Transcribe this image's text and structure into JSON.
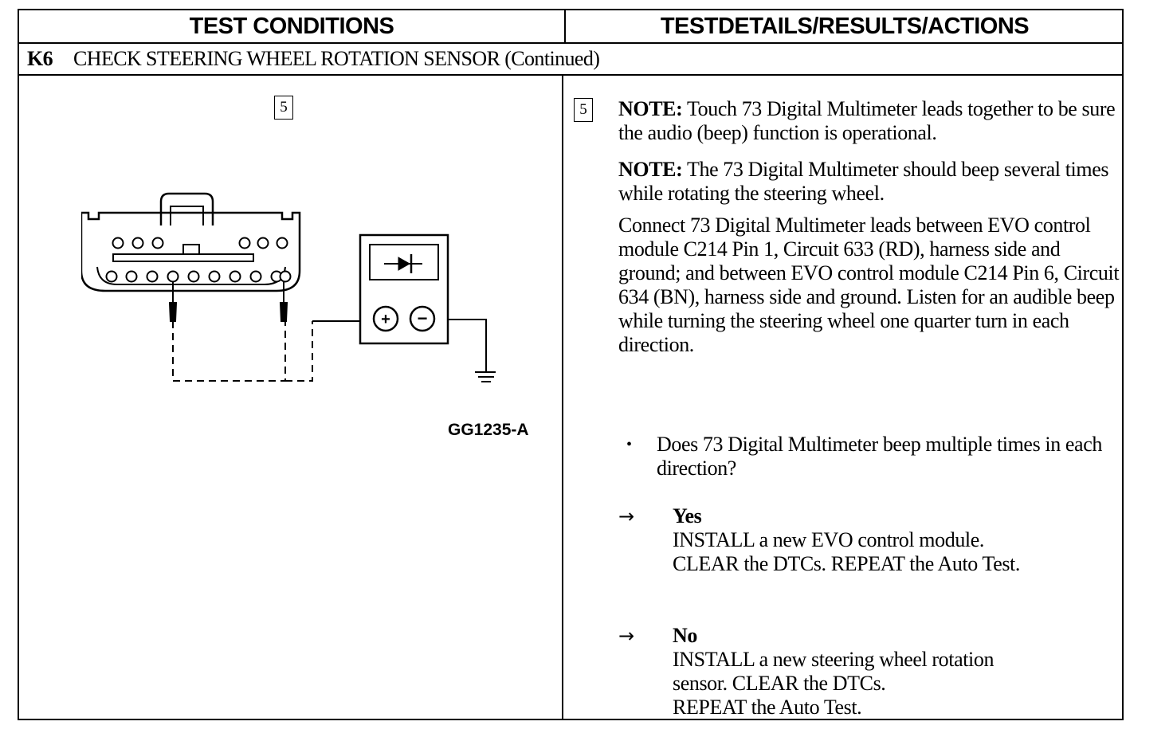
{
  "header": {
    "left": "TEST CONDITIONS",
    "right": "TESTDETAILS/RESULTS/ACTIONS"
  },
  "section": {
    "code": "K6",
    "title": "CHECK STEERING WHEEL ROTATION SENSOR (Continued)"
  },
  "step": "5",
  "figure": {
    "ref": "GG1235-A",
    "meter_plus": "+",
    "meter_minus": "−"
  },
  "details": {
    "note_label": "NOTE:",
    "note1": "Touch 73 Digital Multimeter leads together to be sure the audio (beep) function is operational.",
    "note2": "The 73 Digital Multimeter should beep several times while rotating the steering wheel.",
    "instruction": "Connect 73 Digital Multimeter leads between EVO control module C214 Pin 1, Circuit 633 (RD), harness side and ground; and between EVO control module C214 Pin 6, Circuit 634 (BN), harness side and ground. Listen for an audible beep while turning the  steering wheel one quarter turn in each direction.",
    "bullet": "•",
    "question": "Does 73 Digital Multimeter beep multiple times in each direction?",
    "arrow": "→",
    "yes_label": "Yes",
    "yes_line1": "INSTALL a new EVO control module.",
    "yes_line2": "CLEAR the DTCs. REPEAT the Auto Test.",
    "no_label": "No",
    "no_line1": "INSTALL a new steering wheel rotation",
    "no_line2": "sensor. CLEAR  the DTCs.",
    "no_line3": "REPEAT the Auto Test."
  }
}
